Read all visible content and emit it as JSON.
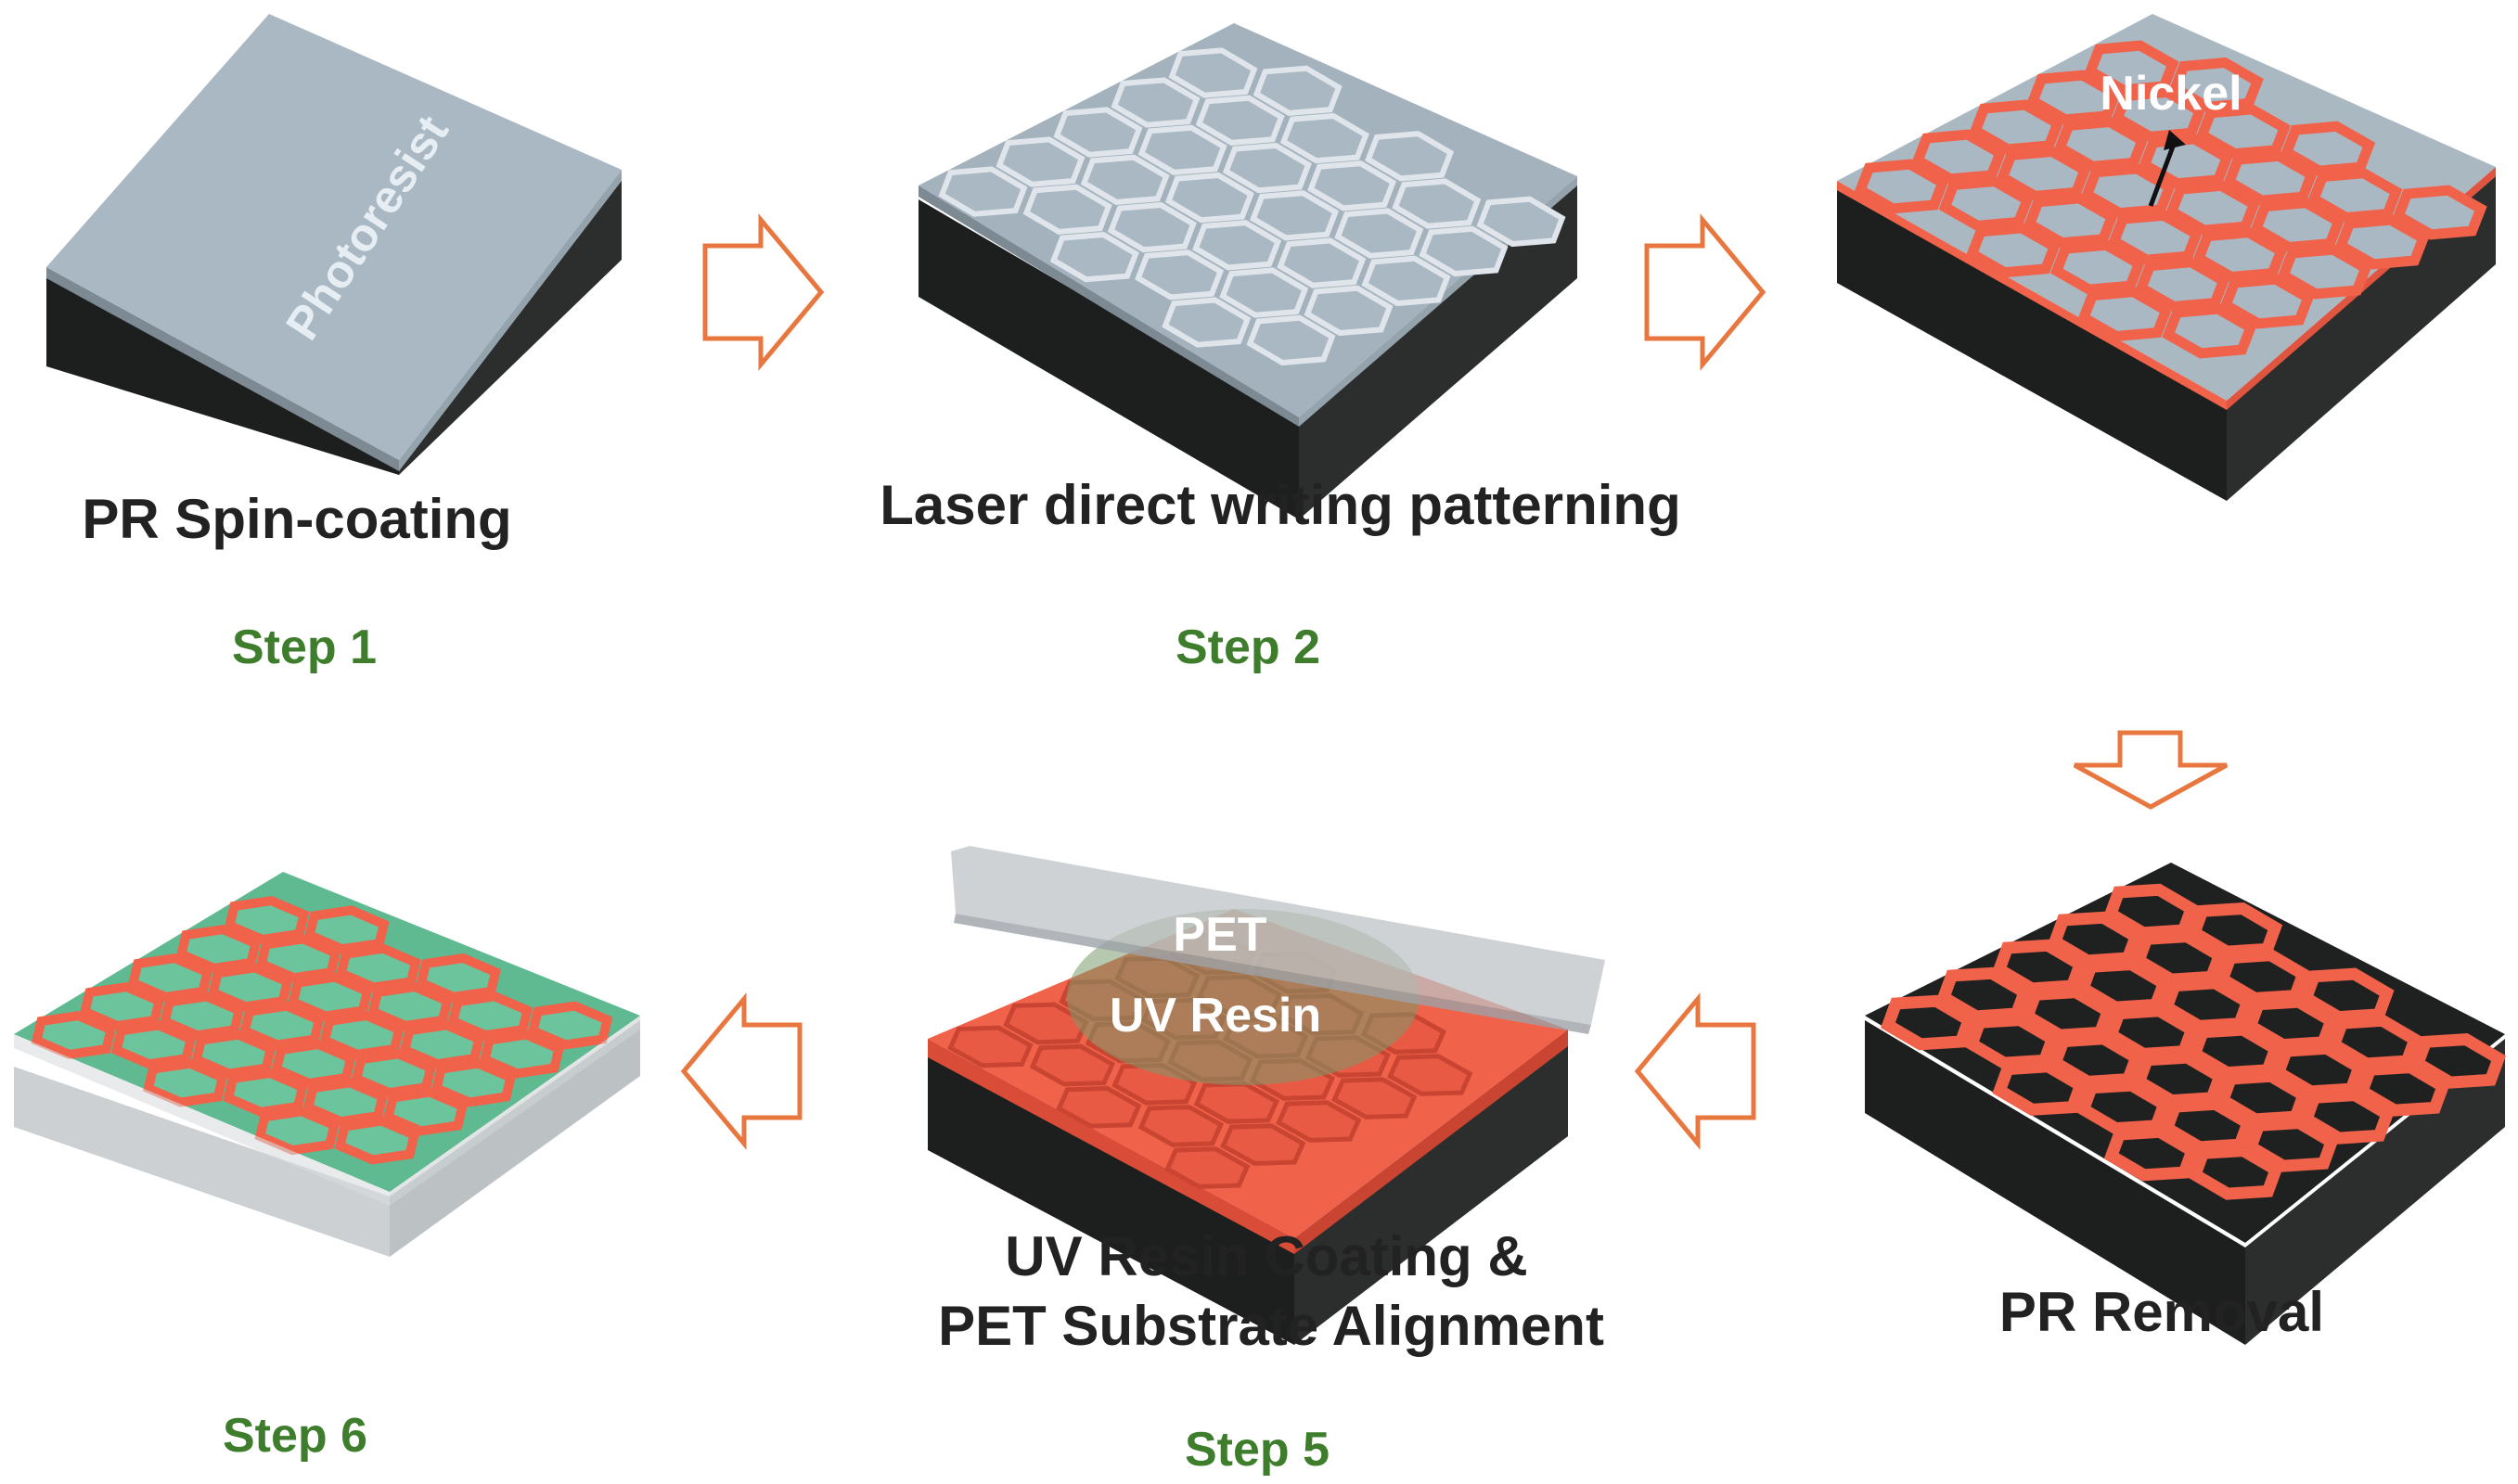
{
  "colors": {
    "nickel": "#f0624a",
    "nickel_dark": "#c94532",
    "photoresist_top": "#a9b8c3",
    "photoresist_side": "#7d8a94",
    "substrate": "#1d1f1e",
    "resin_fill": "#6cc49c",
    "pet_film": "#c9ccce",
    "arrow_outline": "#e8773f",
    "step_label": "#3e7d2c",
    "caption_text": "#222222"
  },
  "steps": [
    {
      "step_label": "Step 1",
      "caption": "PR Spin-coating",
      "layer_label": "Photoresist"
    },
    {
      "step_label": "Step 2",
      "caption": "Laser direct writing patterning"
    },
    {
      "layer_label": "Nickel"
    },
    {
      "caption": "PR Removal"
    },
    {
      "step_label": "Step 5",
      "caption_line1": "UV Resin Coating &",
      "caption_line2": "PET Substrate Alignment",
      "film_label": "PET",
      "resin_label": "UV Resin"
    },
    {
      "step_label": "Step 6"
    }
  ],
  "arrows": [
    {
      "direction": "right",
      "icon": "hollow-arrow-right-icon"
    },
    {
      "direction": "right",
      "icon": "hollow-arrow-right-icon"
    },
    {
      "direction": "down",
      "icon": "hollow-arrow-down-icon"
    },
    {
      "direction": "left",
      "icon": "hollow-arrow-left-icon"
    },
    {
      "direction": "left",
      "icon": "hollow-arrow-left-icon"
    }
  ]
}
